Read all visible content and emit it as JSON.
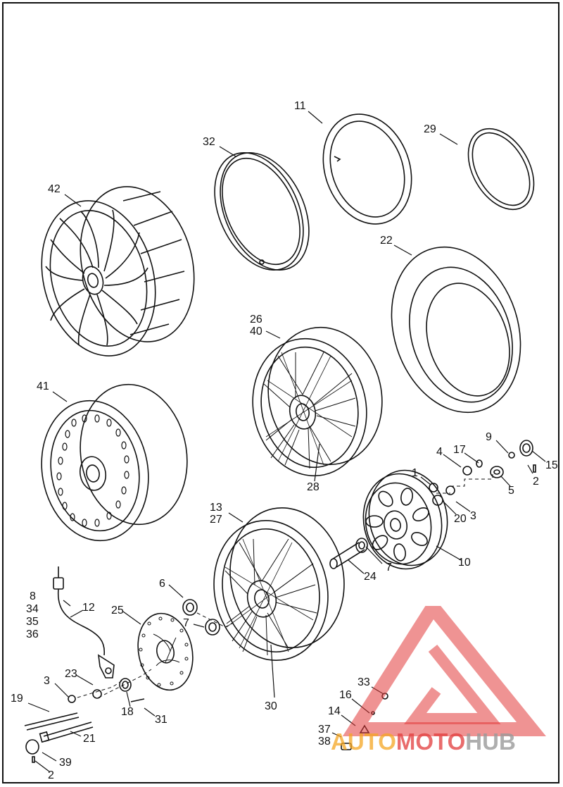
{
  "diagram": {
    "callouts": [
      {
        "id": "c11",
        "text": "11"
      },
      {
        "id": "c29",
        "text": "29"
      },
      {
        "id": "c32",
        "text": "32"
      },
      {
        "id": "c42",
        "text": "42"
      },
      {
        "id": "c22",
        "text": "22"
      },
      {
        "id": "c26",
        "text": "26"
      },
      {
        "id": "c40",
        "text": "40"
      },
      {
        "id": "c41",
        "text": "41"
      },
      {
        "id": "c9",
        "text": "9"
      },
      {
        "id": "c4",
        "text": "4"
      },
      {
        "id": "c17",
        "text": "17"
      },
      {
        "id": "c15",
        "text": "15"
      },
      {
        "id": "c1",
        "text": "1"
      },
      {
        "id": "c2a",
        "text": "2"
      },
      {
        "id": "c5",
        "text": "5"
      },
      {
        "id": "c28",
        "text": "28"
      },
      {
        "id": "c20",
        "text": "20"
      },
      {
        "id": "c3a",
        "text": "3"
      },
      {
        "id": "c13",
        "text": "13"
      },
      {
        "id": "c27",
        "text": "27"
      },
      {
        "id": "c7a",
        "text": "7"
      },
      {
        "id": "c10",
        "text": "10"
      },
      {
        "id": "c24",
        "text": "24"
      },
      {
        "id": "c8",
        "text": "8"
      },
      {
        "id": "c34",
        "text": "34"
      },
      {
        "id": "c35",
        "text": "35"
      },
      {
        "id": "c36",
        "text": "36"
      },
      {
        "id": "c12",
        "text": "12"
      },
      {
        "id": "c6",
        "text": "6"
      },
      {
        "id": "c25",
        "text": "25"
      },
      {
        "id": "c7b",
        "text": "7"
      },
      {
        "id": "c33",
        "text": "33"
      },
      {
        "id": "c3b",
        "text": "3"
      },
      {
        "id": "c23",
        "text": "23"
      },
      {
        "id": "c19",
        "text": "19"
      },
      {
        "id": "c16",
        "text": "16"
      },
      {
        "id": "c18",
        "text": "18"
      },
      {
        "id": "c31",
        "text": "31"
      },
      {
        "id": "c30",
        "text": "30"
      },
      {
        "id": "c14",
        "text": "14"
      },
      {
        "id": "c21",
        "text": "21"
      },
      {
        "id": "c37",
        "text": "37"
      },
      {
        "id": "c38",
        "text": "38"
      },
      {
        "id": "c39",
        "text": "39"
      },
      {
        "id": "c2b",
        "text": "2"
      }
    ]
  },
  "watermark": {
    "part1": "AUTO",
    "part2": "MOTO",
    "part3": "HUB",
    "color_red": "#e23b3b",
    "color_orange": "#f5a623",
    "color_gray": "#9a9a9a"
  }
}
